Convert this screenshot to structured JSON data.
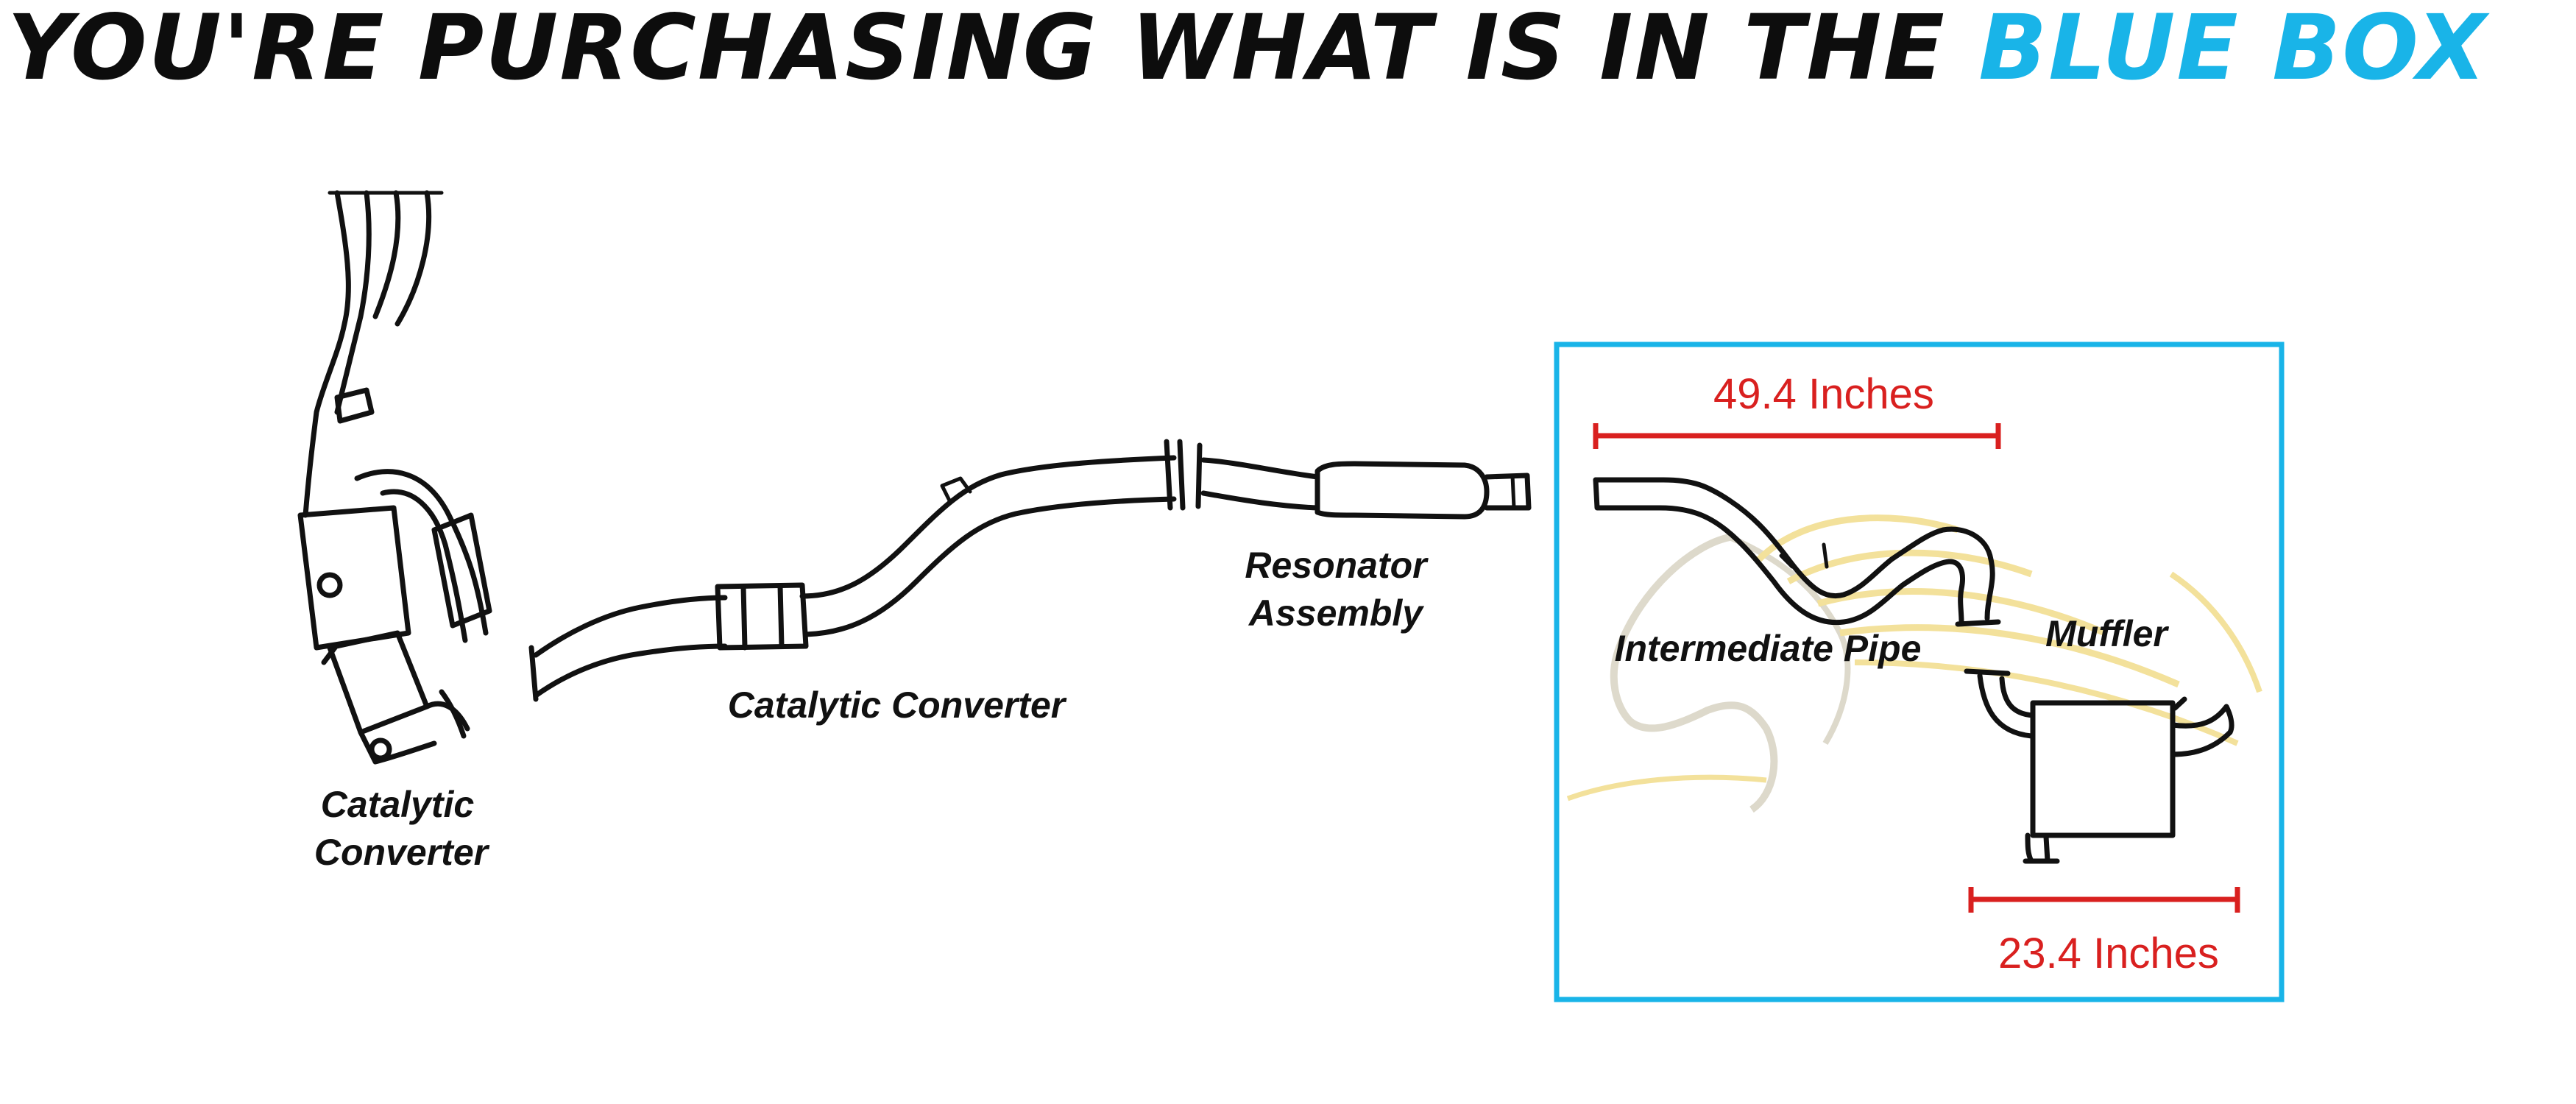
{
  "header": {
    "title_main": "YOU'RE PURCHASING WHAT IS IN THE ",
    "title_accent": "BLUE BOX"
  },
  "labels": {
    "cat_converter_left_line1": "Catalytic",
    "cat_converter_left_line2": "Converter",
    "cat_converter_mid": "Catalytic Converter",
    "resonator_line1": "Resonator",
    "resonator_line2": "Assembly",
    "intermediate_pipe": "Intermediate Pipe",
    "muffler": "Muffler"
  },
  "dimensions": {
    "intermediate_length": "49.4 Inches",
    "muffler_length": "23.4 Inches"
  },
  "colors": {
    "accent_blue": "#19b4e8",
    "dimension_red": "#d9201f",
    "line_black": "#111111",
    "watermark_gold": "#f1dc8a"
  },
  "icons": {
    "watermark": "horse-head-icon"
  }
}
